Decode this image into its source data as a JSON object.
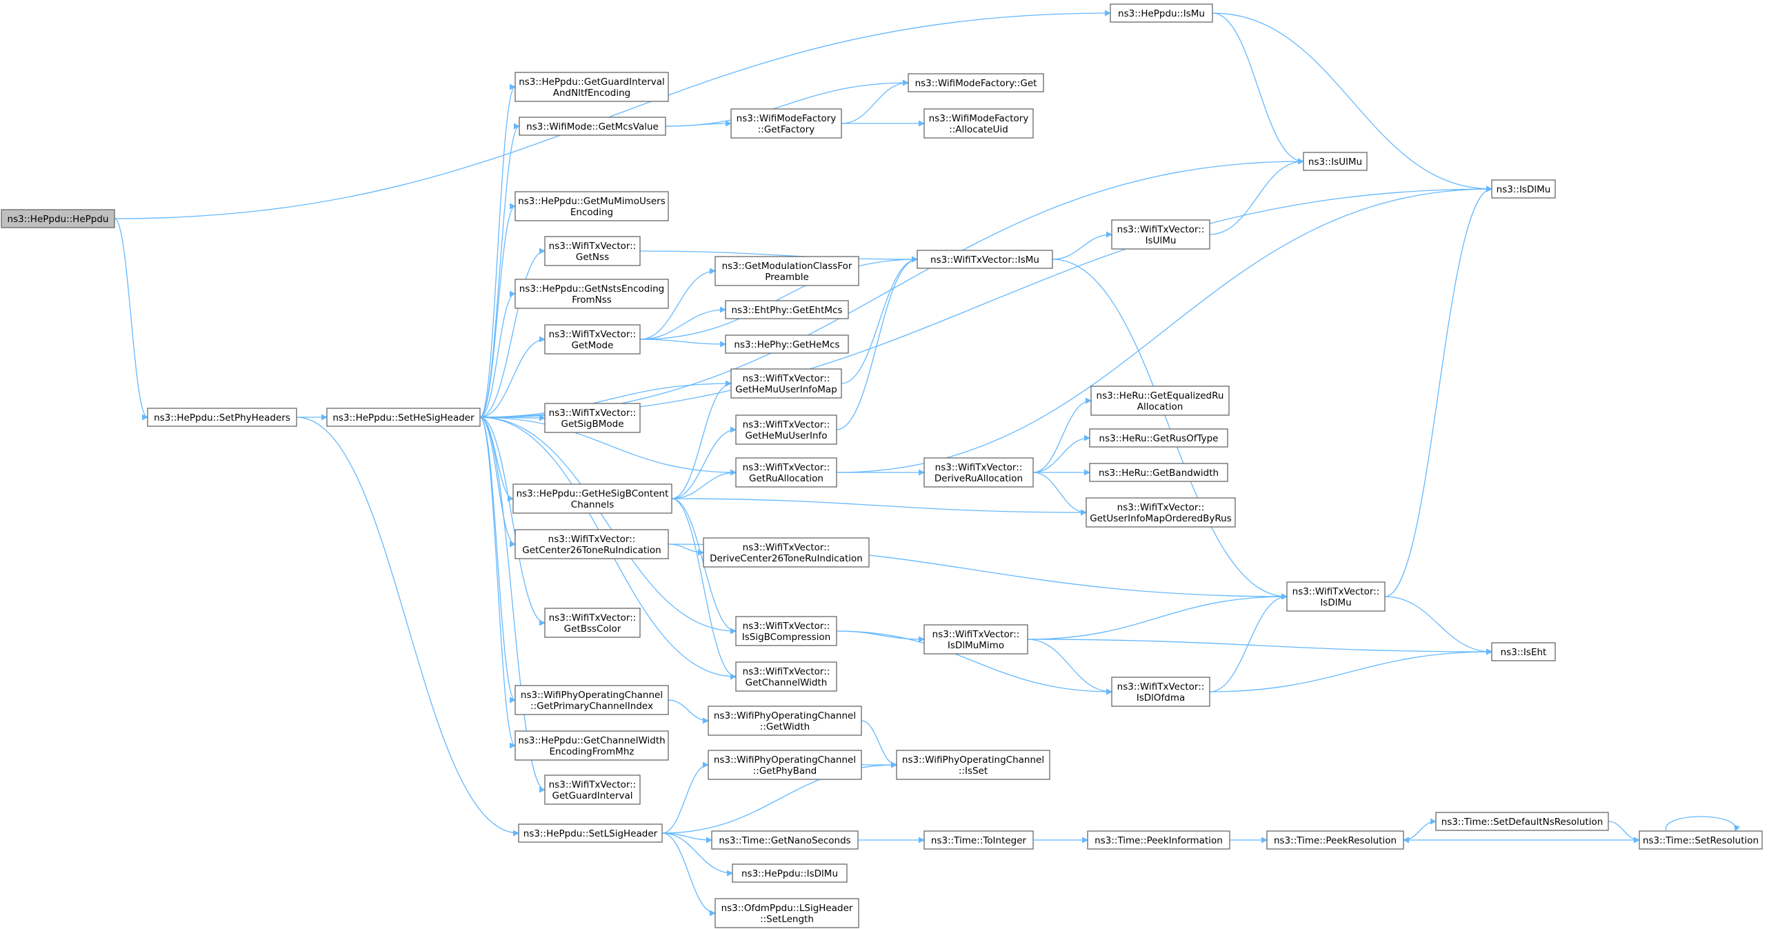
{
  "colors": {
    "edge": "#63b8ff",
    "node_border": "#666666",
    "root_fill": "#bfbfbf",
    "node_fill": "#ffffff"
  },
  "nodes": [
    {
      "id": "HePpdu",
      "lines": [
        "ns3::HePpdu::HePpdu"
      ],
      "root": true
    },
    {
      "id": "SetPhyHeaders",
      "lines": [
        "ns3::HePpdu::SetPhyHeaders"
      ]
    },
    {
      "id": "SetHeSigHeader",
      "lines": [
        "ns3::HePpdu::SetHeSigHeader"
      ]
    },
    {
      "id": "SetLSigHeader",
      "lines": [
        "ns3::HePpdu::SetLSigHeader"
      ]
    },
    {
      "id": "IsMuTop",
      "lines": [
        "ns3::HePpdu::IsMu"
      ]
    },
    {
      "id": "IsDlMuFree",
      "lines": [
        "ns3::IsDlMu"
      ]
    },
    {
      "id": "IsUlMuFree",
      "lines": [
        "ns3::IsUlMu"
      ]
    },
    {
      "id": "GetGuardIntervalNltf",
      "lines": [
        "ns3::HePpdu::GetGuardInterval",
        "AndNltfEncoding"
      ]
    },
    {
      "id": "GetMcsValue",
      "lines": [
        "ns3::WifiMode::GetMcsValue"
      ]
    },
    {
      "id": "WMFGet",
      "lines": [
        "ns3::WifiModeFactory::Get"
      ]
    },
    {
      "id": "WMFGetFactory",
      "lines": [
        "ns3::WifiModeFactory",
        "::GetFactory"
      ]
    },
    {
      "id": "WMFAllocateUid",
      "lines": [
        "ns3::WifiModeFactory",
        "::AllocateUid"
      ]
    },
    {
      "id": "GetMuMimoUsers",
      "lines": [
        "ns3::HePpdu::GetMuMimoUsers",
        "Encoding"
      ]
    },
    {
      "id": "GetNss",
      "lines": [
        "ns3::WifiTxVector::",
        "GetNss"
      ]
    },
    {
      "id": "TxIsMu",
      "lines": [
        "ns3::WifiTxVector::IsMu"
      ]
    },
    {
      "id": "TxIsUlMu",
      "lines": [
        "ns3::WifiTxVector::",
        "IsUlMu"
      ]
    },
    {
      "id": "GetNstsEncoding",
      "lines": [
        "ns3::HePpdu::GetNstsEncoding",
        "FromNss"
      ]
    },
    {
      "id": "GetModulationClass",
      "lines": [
        "ns3::GetModulationClassFor",
        "Preamble"
      ]
    },
    {
      "id": "GetMode",
      "lines": [
        "ns3::WifiTxVector::",
        "GetMode"
      ]
    },
    {
      "id": "GetEhtMcs",
      "lines": [
        "ns3::EhtPhy::GetEhtMcs"
      ]
    },
    {
      "id": "GetHeMcs",
      "lines": [
        "ns3::HePhy::GetHeMcs"
      ]
    },
    {
      "id": "GetHeMuUserInfoMap",
      "lines": [
        "ns3::WifiTxVector::",
        "GetHeMuUserInfoMap"
      ]
    },
    {
      "id": "GetSigBMode",
      "lines": [
        "ns3::WifiTxVector::",
        "GetSigBMode"
      ]
    },
    {
      "id": "GetHeMuUserInfo",
      "lines": [
        "ns3::WifiTxVector::",
        "GetHeMuUserInfo"
      ]
    },
    {
      "id": "GetEqualizedRu",
      "lines": [
        "ns3::HeRu::GetEqualizedRu",
        "Allocation"
      ]
    },
    {
      "id": "GetRusOfType",
      "lines": [
        "ns3::HeRu::GetRusOfType"
      ]
    },
    {
      "id": "GetRuAllocation",
      "lines": [
        "ns3::WifiTxVector::",
        "GetRuAllocation"
      ]
    },
    {
      "id": "DeriveRuAllocation",
      "lines": [
        "ns3::WifiTxVector::",
        "DeriveRuAllocation"
      ]
    },
    {
      "id": "GetBandwidth",
      "lines": [
        "ns3::HeRu::GetBandwidth"
      ]
    },
    {
      "id": "GetHeSigBContent",
      "lines": [
        "ns3::HePpdu::GetHeSigBContent",
        "Channels"
      ]
    },
    {
      "id": "GetUserInfoMapOrdered",
      "lines": [
        "ns3::WifiTxVector::",
        "GetUserInfoMapOrderedByRus"
      ]
    },
    {
      "id": "GetCenter26",
      "lines": [
        "ns3::WifiTxVector::",
        "GetCenter26ToneRuIndication"
      ]
    },
    {
      "id": "DeriveCenter26",
      "lines": [
        "ns3::WifiTxVector::",
        "DeriveCenter26ToneRuIndication"
      ]
    },
    {
      "id": "TxIsDlMu",
      "lines": [
        "ns3::WifiTxVector::",
        "IsDlMu"
      ]
    },
    {
      "id": "GetBssColor",
      "lines": [
        "ns3::WifiTxVector::",
        "GetBssColor"
      ]
    },
    {
      "id": "IsSigBCompression",
      "lines": [
        "ns3::WifiTxVector::",
        "IsSigBCompression"
      ]
    },
    {
      "id": "IsDlMuMimo",
      "lines": [
        "ns3::WifiTxVector::",
        "IsDlMuMimo"
      ]
    },
    {
      "id": "IsEht",
      "lines": [
        "ns3::IsEht"
      ]
    },
    {
      "id": "GetChannelWidth",
      "lines": [
        "ns3::WifiTxVector::",
        "GetChannelWidth"
      ]
    },
    {
      "id": "IsDlOfdma",
      "lines": [
        "ns3::WifiTxVector::",
        "IsDlOfdma"
      ]
    },
    {
      "id": "GetPrimaryChannelIndex",
      "lines": [
        "ns3::WifiPhyOperatingChannel",
        "::GetPrimaryChannelIndex"
      ]
    },
    {
      "id": "OpGetWidth",
      "lines": [
        "ns3::WifiPhyOperatingChannel",
        "::GetWidth"
      ]
    },
    {
      "id": "GetChannelWidthEncoding",
      "lines": [
        "ns3::HePpdu::GetChannelWidth",
        "EncodingFromMhz"
      ]
    },
    {
      "id": "OpGetPhyBand",
      "lines": [
        "ns3::WifiPhyOperatingChannel",
        "::GetPhyBand"
      ]
    },
    {
      "id": "OpIsSet",
      "lines": [
        "ns3::WifiPhyOperatingChannel",
        "::IsSet"
      ]
    },
    {
      "id": "GetGuardInterval",
      "lines": [
        "ns3::WifiTxVector::",
        "GetGuardInterval"
      ]
    },
    {
      "id": "GetNanoSeconds",
      "lines": [
        "ns3::Time::GetNanoSeconds"
      ]
    },
    {
      "id": "ToInteger",
      "lines": [
        "ns3::Time::ToInteger"
      ]
    },
    {
      "id": "PeekInformation",
      "lines": [
        "ns3::Time::PeekInformation"
      ]
    },
    {
      "id": "PeekResolution",
      "lines": [
        "ns3::Time::PeekResolution"
      ]
    },
    {
      "id": "SetDefaultNsResolution",
      "lines": [
        "ns3::Time::SetDefaultNsResolution"
      ]
    },
    {
      "id": "SetResolution",
      "lines": [
        "ns3::Time::SetResolution"
      ]
    },
    {
      "id": "HePpduIsDlMu",
      "lines": [
        "ns3::HePpdu::IsDlMu"
      ]
    },
    {
      "id": "LSigSetLength",
      "lines": [
        "ns3::OfdmPpdu::LSigHeader",
        "::SetLength"
      ]
    }
  ],
  "edges": [
    [
      "HePpdu",
      "IsMuTop"
    ],
    [
      "HePpdu",
      "SetPhyHeaders"
    ],
    [
      "SetPhyHeaders",
      "SetHeSigHeader"
    ],
    [
      "SetPhyHeaders",
      "SetLSigHeader"
    ],
    [
      "IsMuTop",
      "IsUlMuFree"
    ],
    [
      "IsMuTop",
      "IsDlMuFree"
    ],
    [
      "SetHeSigHeader",
      "IsDlMuFree"
    ],
    [
      "SetHeSigHeader",
      "IsUlMuFree"
    ],
    [
      "SetHeSigHeader",
      "GetGuardIntervalNltf"
    ],
    [
      "SetHeSigHeader",
      "GetMcsValue"
    ],
    [
      "SetHeSigHeader",
      "GetMuMimoUsers"
    ],
    [
      "SetHeSigHeader",
      "GetNss"
    ],
    [
      "SetHeSigHeader",
      "GetNstsEncoding"
    ],
    [
      "SetHeSigHeader",
      "GetMode"
    ],
    [
      "SetHeSigHeader",
      "GetHeMuUserInfoMap"
    ],
    [
      "SetHeSigHeader",
      "GetSigBMode"
    ],
    [
      "SetHeSigHeader",
      "GetRuAllocation"
    ],
    [
      "SetHeSigHeader",
      "GetHeSigBContent"
    ],
    [
      "SetHeSigHeader",
      "GetCenter26"
    ],
    [
      "SetHeSigHeader",
      "GetBssColor"
    ],
    [
      "SetHeSigHeader",
      "IsSigBCompression"
    ],
    [
      "SetHeSigHeader",
      "GetChannelWidth"
    ],
    [
      "SetHeSigHeader",
      "GetPrimaryChannelIndex"
    ],
    [
      "SetHeSigHeader",
      "GetChannelWidthEncoding"
    ],
    [
      "SetHeSigHeader",
      "GetGuardInterval"
    ],
    [
      "GetMcsValue",
      "WMFGet"
    ],
    [
      "GetMcsValue",
      "WMFGetFactory"
    ],
    [
      "WMFGetFactory",
      "WMFGet"
    ],
    [
      "WMFGetFactory",
      "WMFAllocateUid"
    ],
    [
      "GetNss",
      "TxIsMu"
    ],
    [
      "TxIsMu",
      "TxIsUlMu"
    ],
    [
      "TxIsMu",
      "TxIsDlMu"
    ],
    [
      "TxIsUlMu",
      "IsUlMuFree"
    ],
    [
      "GetMode",
      "TxIsMu"
    ],
    [
      "GetMode",
      "GetModulationClass"
    ],
    [
      "GetMode",
      "GetEhtMcs"
    ],
    [
      "GetMode",
      "GetHeMcs"
    ],
    [
      "GetHeMuUserInfoMap",
      "TxIsMu"
    ],
    [
      "GetHeMuUserInfo",
      "TxIsMu"
    ],
    [
      "GetRuAllocation",
      "IsDlMuFree"
    ],
    [
      "GetRuAllocation",
      "DeriveRuAllocation"
    ],
    [
      "DeriveRuAllocation",
      "GetEqualizedRu"
    ],
    [
      "DeriveRuAllocation",
      "GetRusOfType"
    ],
    [
      "DeriveRuAllocation",
      "GetBandwidth"
    ],
    [
      "DeriveRuAllocation",
      "GetUserInfoMapOrdered"
    ],
    [
      "GetHeSigBContent",
      "GetHeMuUserInfoMap"
    ],
    [
      "GetHeSigBContent",
      "GetHeMuUserInfo"
    ],
    [
      "GetHeSigBContent",
      "GetRuAllocation"
    ],
    [
      "GetHeSigBContent",
      "GetUserInfoMapOrdered"
    ],
    [
      "GetHeSigBContent",
      "IsSigBCompression"
    ],
    [
      "GetHeSigBContent",
      "GetChannelWidth"
    ],
    [
      "GetCenter26",
      "DeriveCenter26"
    ],
    [
      "GetCenter26",
      "TxIsDlMu"
    ],
    [
      "TxIsDlMu",
      "IsDlMuFree"
    ],
    [
      "TxIsDlMu",
      "IsEht"
    ],
    [
      "IsSigBCompression",
      "IsDlMuMimo"
    ],
    [
      "IsSigBCompression",
      "IsDlOfdma"
    ],
    [
      "IsDlMuMimo",
      "TxIsDlMu"
    ],
    [
      "IsDlMuMimo",
      "IsEht"
    ],
    [
      "IsDlMuMimo",
      "IsDlOfdma"
    ],
    [
      "IsDlOfdma",
      "TxIsDlMu"
    ],
    [
      "IsDlOfdma",
      "IsEht"
    ],
    [
      "GetPrimaryChannelIndex",
      "OpGetWidth"
    ],
    [
      "OpGetWidth",
      "OpIsSet"
    ],
    [
      "SetLSigHeader",
      "OpGetPhyBand"
    ],
    [
      "SetLSigHeader",
      "OpIsSet"
    ],
    [
      "OpGetPhyBand",
      "OpIsSet"
    ],
    [
      "SetLSigHeader",
      "GetNanoSeconds"
    ],
    [
      "SetLSigHeader",
      "HePpduIsDlMu"
    ],
    [
      "SetLSigHeader",
      "LSigSetLength"
    ],
    [
      "GetNanoSeconds",
      "ToInteger"
    ],
    [
      "ToInteger",
      "PeekInformation"
    ],
    [
      "PeekInformation",
      "PeekResolution"
    ],
    [
      "PeekResolution",
      "SetDefaultNsResolution"
    ],
    [
      "SetDefaultNsResolution",
      "SetResolution"
    ],
    [
      "SetResolution",
      "PeekResolution"
    ],
    [
      "SetResolution",
      "SetResolution"
    ]
  ]
}
